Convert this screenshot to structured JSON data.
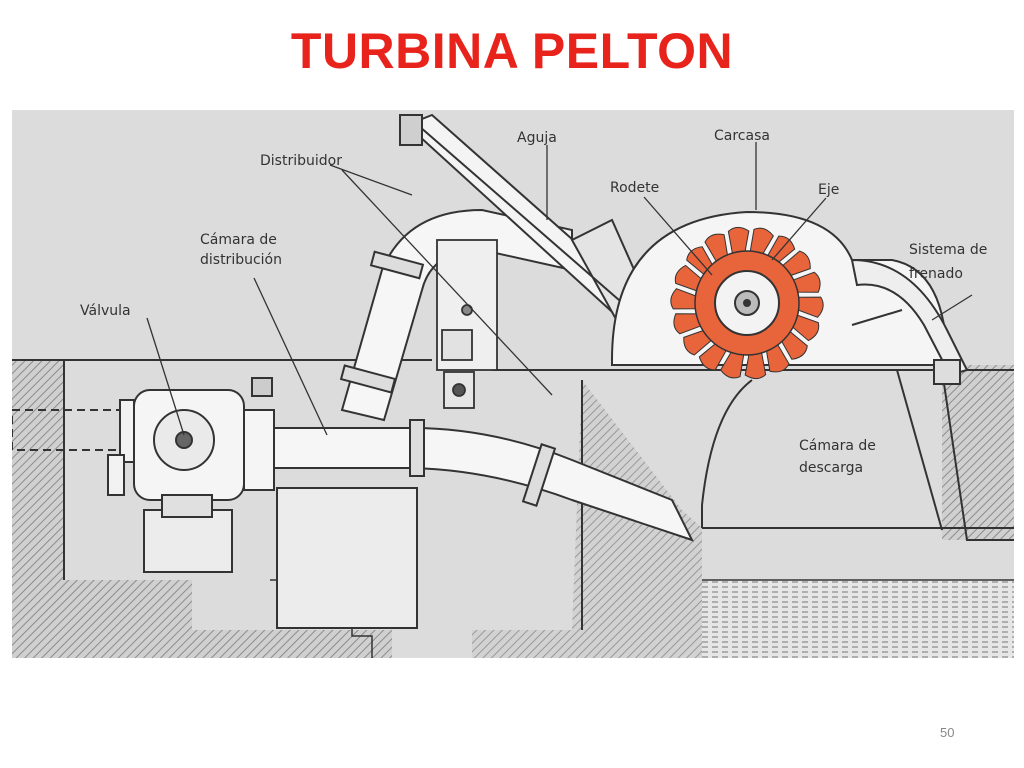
{
  "slide": {
    "title": "TURBINA PELTON",
    "page_number": "50"
  },
  "diagram": {
    "labels": {
      "distribuidor": "Distribuidor",
      "aguja": "Aguja",
      "carcasa": "Carcasa",
      "rodete": "Rodete",
      "eje": "Eje",
      "camara_distribucion_1": "Cámara de",
      "camara_distribucion_2": "distribución",
      "sistema_frenado_1": "Sistema de",
      "sistema_frenado_2": "frenado",
      "valvula": "Válvula",
      "camara_descarga_1": "Cámara de",
      "camara_descarga_2": "descarga"
    },
    "colors": {
      "title": "#e8231b",
      "runner": "#e8643a",
      "background": "#dcdcdc",
      "line": "#333333"
    }
  }
}
